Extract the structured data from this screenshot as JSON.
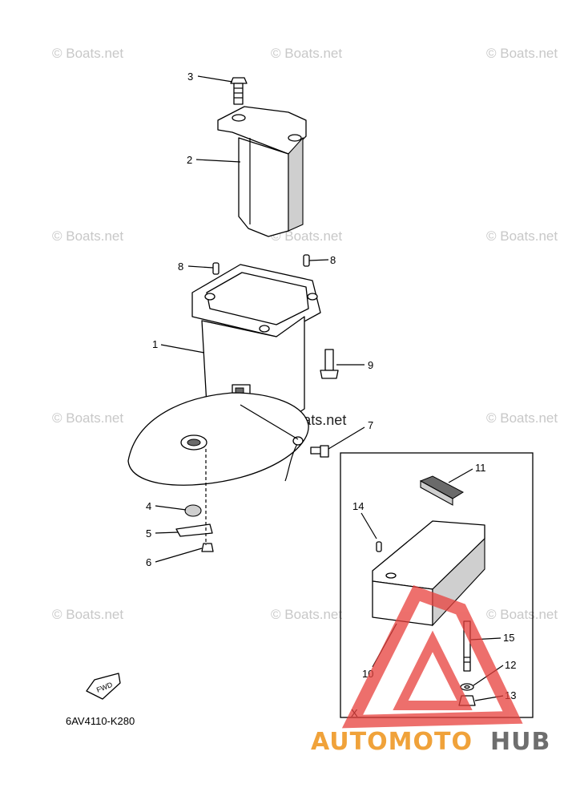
{
  "watermark": {
    "text": "© Boats.net"
  },
  "callouts": [
    {
      "id": "1",
      "label": "1"
    },
    {
      "id": "2",
      "label": "2"
    },
    {
      "id": "3",
      "label": "3"
    },
    {
      "id": "4",
      "label": "4"
    },
    {
      "id": "5",
      "label": "5"
    },
    {
      "id": "6",
      "label": "6"
    },
    {
      "id": "7",
      "label": "7"
    },
    {
      "id": "8a",
      "label": "8"
    },
    {
      "id": "8b",
      "label": "8"
    },
    {
      "id": "9",
      "label": "9"
    },
    {
      "id": "10",
      "label": "10"
    },
    {
      "id": "11",
      "label": "11"
    },
    {
      "id": "12",
      "label": "12"
    },
    {
      "id": "13",
      "label": "13"
    },
    {
      "id": "14",
      "label": "14"
    },
    {
      "id": "15",
      "label": "15"
    }
  ],
  "fwd_label": "FWD",
  "diagram_code": "6AV4110-K280",
  "inset_mark": "X",
  "brand": {
    "part1": "AUTOMOTO",
    "part2": "HUB",
    "color_orange": "#F0A23A",
    "color_gray": "#6E6E6E",
    "logo_red": "#E8403C"
  }
}
